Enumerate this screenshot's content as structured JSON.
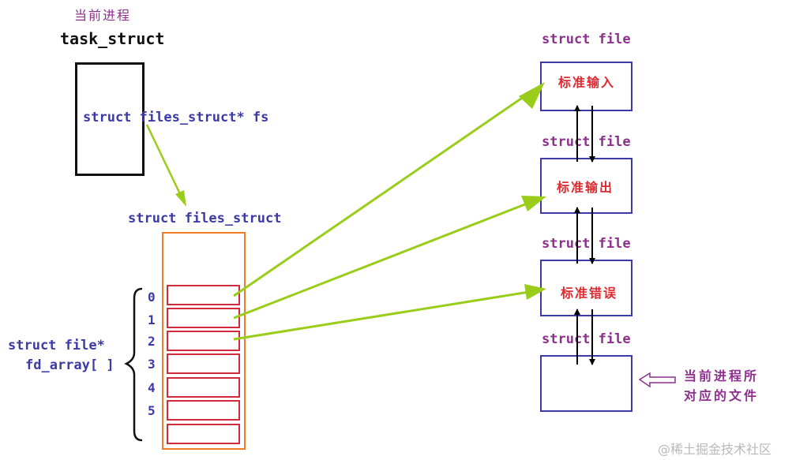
{
  "process": {
    "label": "当前进程",
    "struct_name": "task_struct",
    "pointer_field": "struct files_struct* fs"
  },
  "files_struct": {
    "label": "struct files_struct",
    "fd_array_label_line1": "struct  file*",
    "fd_array_label_line2": "fd_array[ ]",
    "indices": [
      "0",
      "1",
      "2",
      "3",
      "4",
      "5"
    ]
  },
  "files": {
    "struct_label": "struct file",
    "items": [
      {
        "name": "标准输入"
      },
      {
        "name": "标准输出"
      },
      {
        "name": "标准错误"
      },
      {
        "name": ""
      }
    ],
    "current_process_files_line1": "当前进程所",
    "current_process_files_line2": "对应的文件"
  },
  "watermark": "@稀土掘金技术社区",
  "colors": {
    "purple": "#8e2f8e",
    "blue": "#3c3aa6",
    "red": "#e0292f",
    "orange_box": "#ef7d28",
    "cell_border": "#d12a3a",
    "green_arrow": "#9acd1a"
  }
}
